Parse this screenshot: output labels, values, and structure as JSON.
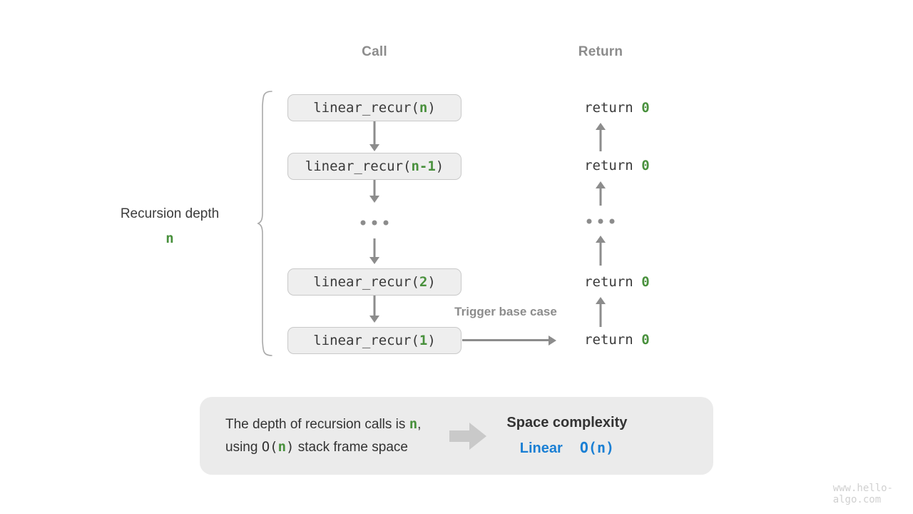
{
  "columns": {
    "call_header": "Call",
    "return_header": "Return"
  },
  "depth": {
    "label": "Recursion depth",
    "value": "n"
  },
  "call_stack": [
    {
      "prefix": "linear_recur(",
      "arg": "n",
      "suffix": ")"
    },
    {
      "prefix": "linear_recur(",
      "arg": "n-1",
      "suffix": ")"
    },
    {
      "prefix": "linear_recur(",
      "arg": "2",
      "suffix": ")"
    },
    {
      "prefix": "linear_recur(",
      "arg": "1",
      "suffix": ")"
    }
  ],
  "returns": [
    {
      "keyword": "return ",
      "value": "0"
    },
    {
      "keyword": "return ",
      "value": "0"
    },
    {
      "keyword": "return ",
      "value": "0"
    },
    {
      "keyword": "return ",
      "value": "0"
    }
  ],
  "ellipsis": "...",
  "trigger_caption": "Trigger base case",
  "summary": {
    "line1_a": "The depth of recursion calls is ",
    "line1_n": "n",
    "line1_b": ",",
    "line2_a": "using ",
    "line2_o": "O(",
    "line2_n": "n",
    "line2_close": ")",
    "line2_b": " stack frame space",
    "title": "Space complexity",
    "verdict_word": "Linear",
    "verdict_notation": "O(n)"
  },
  "watermark": "www.hello-algo.com",
  "colors": {
    "accent_green": "#48903c",
    "accent_blue": "#1a7fd4",
    "connector_gray": "#8c8c8c",
    "box_fill": "#eeeeee",
    "panel_fill": "#ebebeb"
  }
}
